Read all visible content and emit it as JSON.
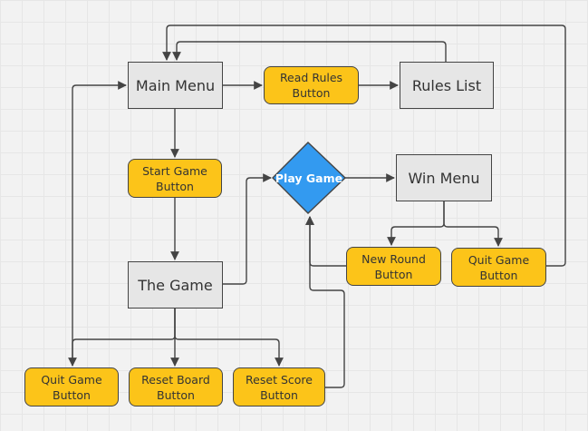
{
  "colors": {
    "process_fill": "#e6e6e6",
    "action_fill": "#fcc419",
    "decision_fill": "#339af0",
    "stroke": "#444444",
    "text": "#333333"
  },
  "nodes": {
    "main_menu": "Main Menu",
    "read_rules_button": "Read Rules\nButton",
    "rules_list": "Rules List",
    "start_game_button": "Start Game\nButton",
    "play_game": "Play Game",
    "win_menu": "Win Menu",
    "the_game": "The Game",
    "new_round_button": "New Round\nButton",
    "quit_game_button_win": "Quit Game\nButton",
    "quit_game_button_game": "Quit Game\nButton",
    "reset_board_button": "Reset Board\nButton",
    "reset_score_button": "Reset Score\nButton"
  },
  "edges": [
    {
      "from": "main_menu",
      "to": "read_rules_button"
    },
    {
      "from": "read_rules_button",
      "to": "rules_list"
    },
    {
      "from": "rules_list",
      "to": "main_menu"
    },
    {
      "from": "main_menu",
      "to": "start_game_button"
    },
    {
      "from": "start_game_button",
      "to": "the_game"
    },
    {
      "from": "the_game",
      "to": "play_game"
    },
    {
      "from": "play_game",
      "to": "win_menu"
    },
    {
      "from": "win_menu",
      "to": "new_round_button"
    },
    {
      "from": "win_menu",
      "to": "quit_game_button_win"
    },
    {
      "from": "new_round_button",
      "to": "play_game"
    },
    {
      "from": "quit_game_button_win",
      "to": "main_menu"
    },
    {
      "from": "the_game",
      "to": "quit_game_button_game"
    },
    {
      "from": "the_game",
      "to": "reset_board_button"
    },
    {
      "from": "the_game",
      "to": "reset_score_button"
    },
    {
      "from": "quit_game_button_game",
      "to": "main_menu"
    },
    {
      "from": "reset_score_button",
      "to": "play_game"
    }
  ]
}
